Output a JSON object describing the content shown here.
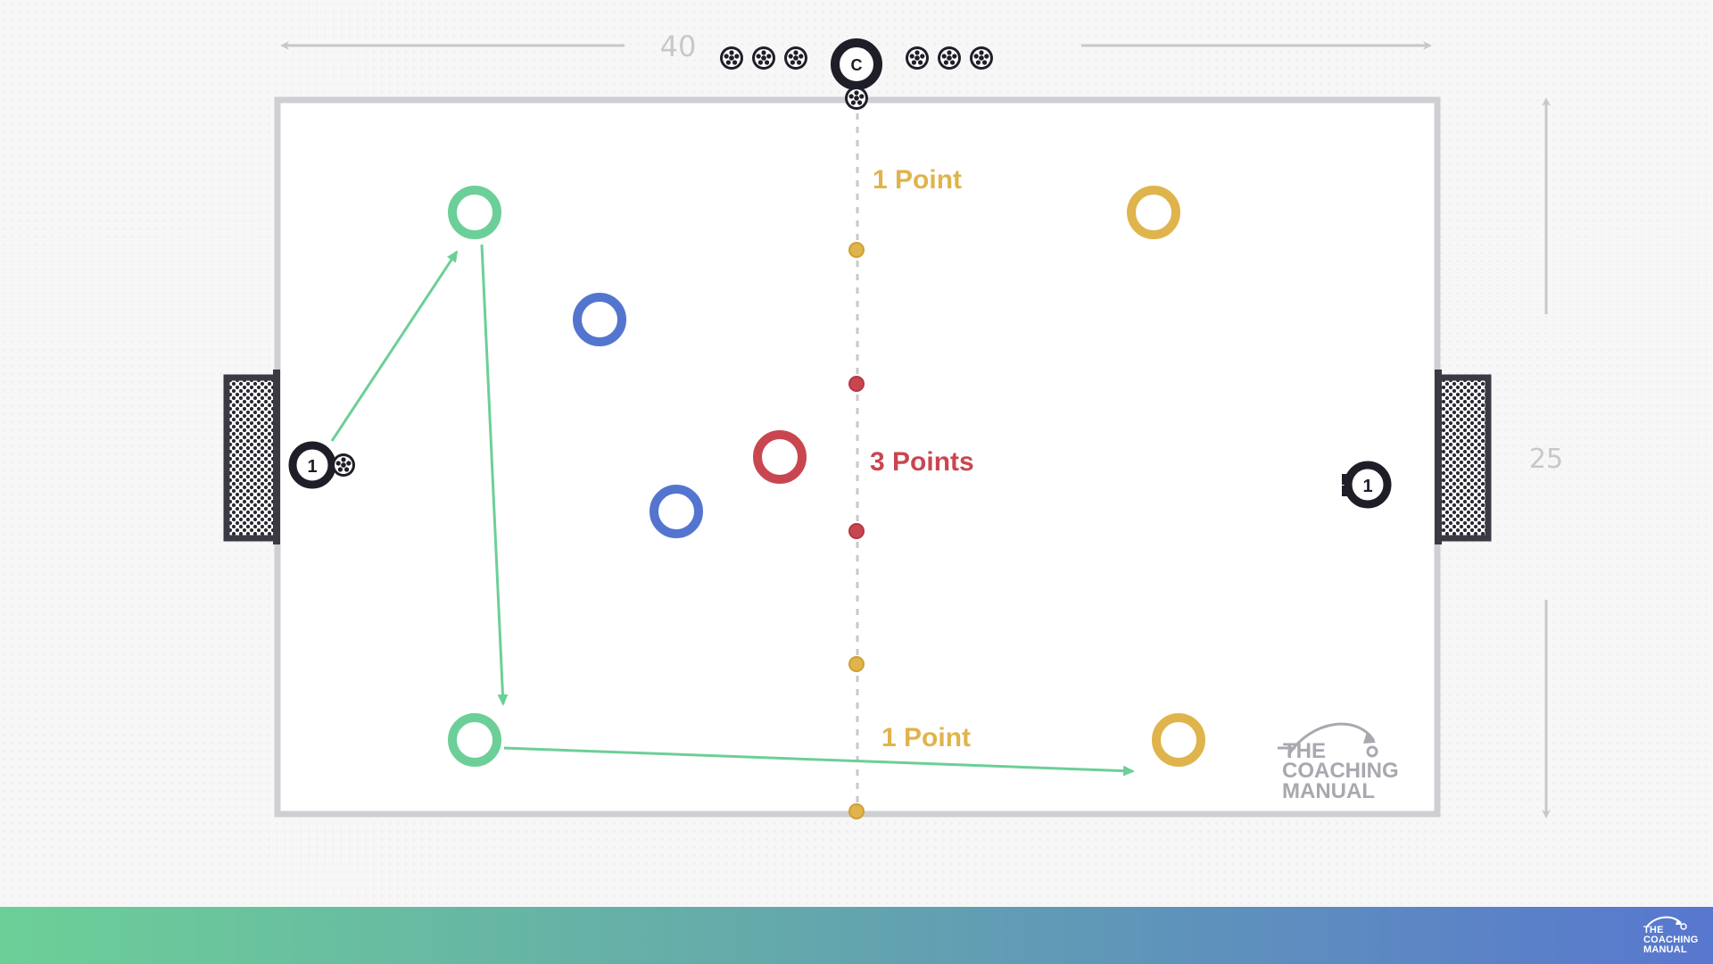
{
  "dimensions": {
    "length": "40",
    "width": "25"
  },
  "zones": {
    "top_label": "1 Point",
    "middle_label": "3 Points",
    "bottom_label": "1 Point"
  },
  "players": {
    "coach_label": "C",
    "left_goalkeeper_label": "1",
    "right_goalkeeper_label": "1"
  },
  "brand": {
    "line1": "THE",
    "line2": "COACHING",
    "line3": "MANUAL"
  },
  "footer_brand": {
    "line1": "THE",
    "line2": "COACHING",
    "line3": "MANUAL"
  },
  "colors": {
    "green_team": "#6ccf97",
    "blue_team": "#5475cf",
    "red_player": "#c94650",
    "yellow_team": "#e0b44c",
    "pitch_line": "#cfcfd3",
    "dark": "#1e1e28",
    "dimension_line": "#c8c8cc"
  }
}
